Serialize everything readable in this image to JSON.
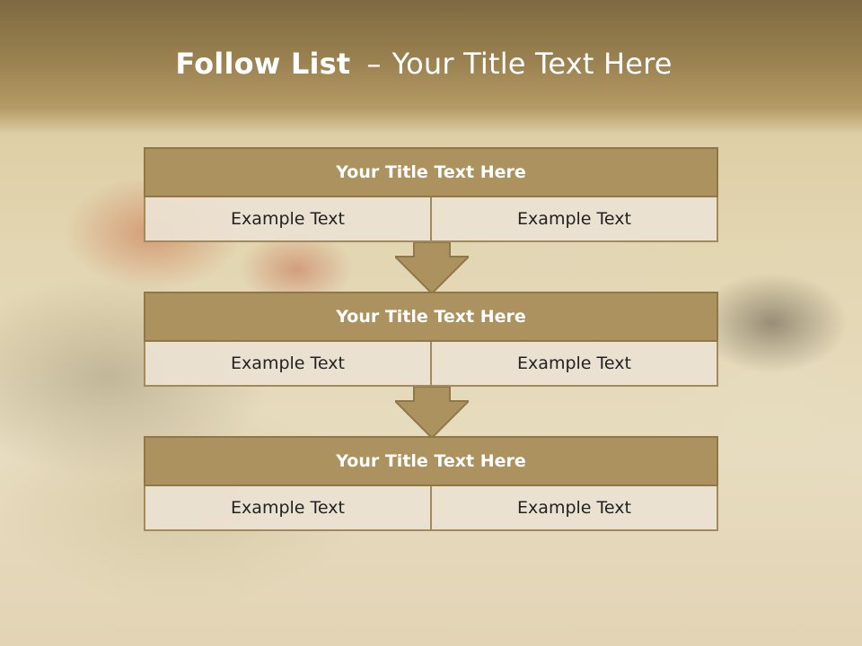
{
  "slide": {
    "title_bold": "Follow List",
    "title_dash": "–",
    "title_rest": "Your Title Text Here"
  },
  "colors": {
    "header_band": "#9a8150",
    "block_title_bg": "#ab925f",
    "block_border": "#8f7748",
    "cell_bg": "#ece2d2",
    "arrow_fill": "#ab925f"
  },
  "blocks": [
    {
      "title": "Your Title Text Here",
      "items": [
        "Example Text",
        "Example Text"
      ]
    },
    {
      "title": "Your Title Text Here",
      "items": [
        "Example Text",
        "Example Text"
      ]
    },
    {
      "title": "Your Title Text Here",
      "items": [
        "Example Text",
        "Example Text"
      ]
    }
  ],
  "icons": {
    "connector": "down-arrow-icon"
  }
}
